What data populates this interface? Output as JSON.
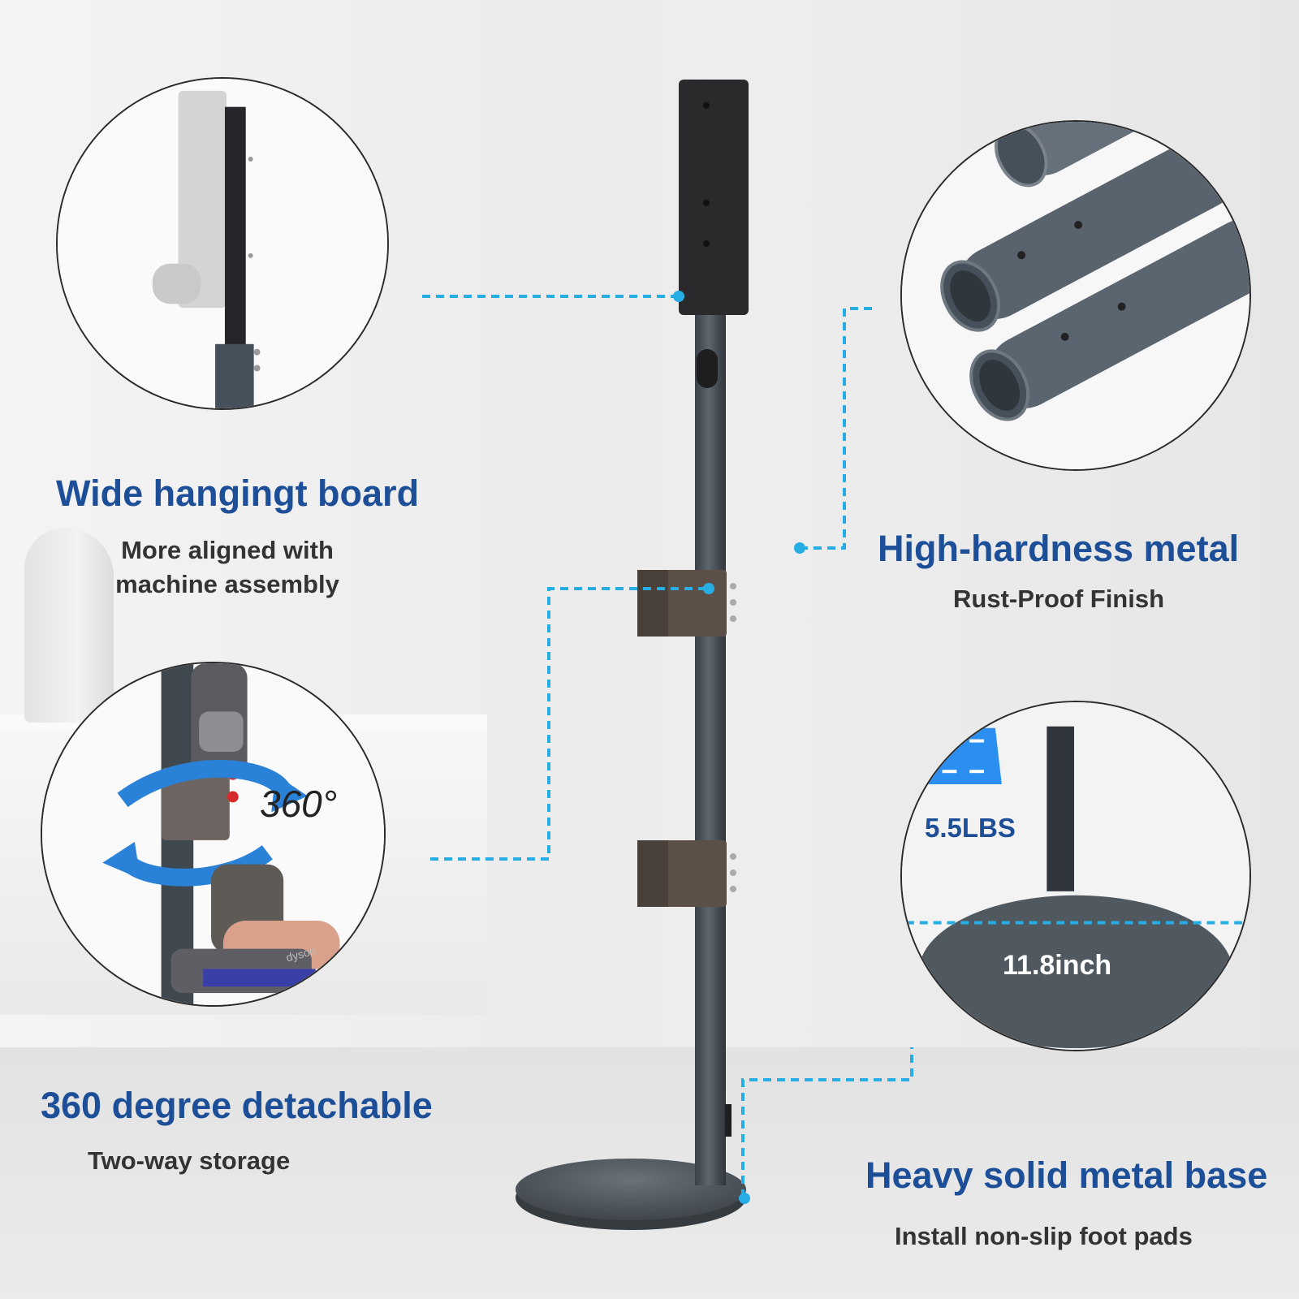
{
  "features": [
    {
      "title": "Wide hangingt board",
      "subtitle": "More aligned with machine assembly"
    },
    {
      "title": "High-hardness metal",
      "subtitle": "Rust-Proof Finish"
    },
    {
      "title": "360 degree detachable",
      "subtitle": "Two-way storage",
      "badge": "360°"
    },
    {
      "title": "Heavy solid metal base",
      "subtitle": "Install non-slip foot pads"
    }
  ],
  "base_detail": {
    "weight": "5.5LBS",
    "diameter": "11.8inch"
  },
  "brand_mark": "dyson",
  "colors": {
    "title_blue": "#1d4f98",
    "callout_cyan": "#26aee4",
    "metal_gray": "#4a5158",
    "weight_icon_blue": "#2a8ff0"
  }
}
